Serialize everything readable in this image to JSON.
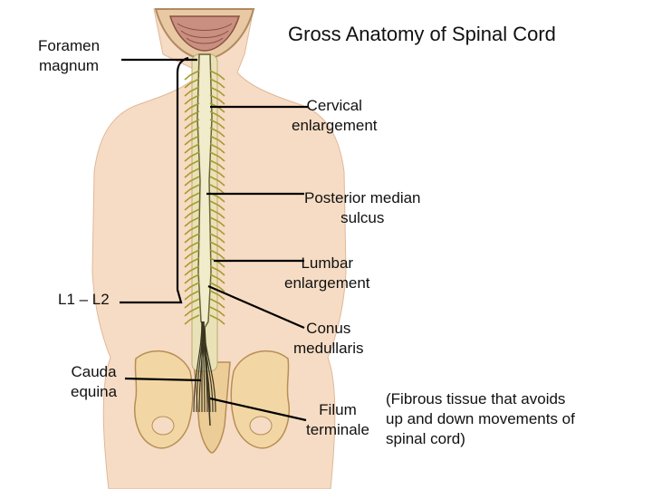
{
  "title": "Gross Anatomy of Spinal Cord",
  "labels": {
    "foramen_magnum": [
      "Foramen",
      "magnum"
    ],
    "cervical_enlargement": [
      "Cervical",
      "enlargement"
    ],
    "posterior_median_sulcus": [
      "Posterior median",
      "sulcus"
    ],
    "lumbar_enlargement": [
      "Lumbar",
      "enlargement"
    ],
    "l1_l2": "L1 – L2",
    "conus_medullaris": [
      "Conus",
      "medullaris"
    ],
    "cauda_equina": [
      "Cauda",
      "equina"
    ],
    "filum_terminale": [
      "Filum",
      "terminale"
    ],
    "filum_note": [
      "(Fibrous tissue that avoids",
      "up and down movements of",
      "spinal cord)"
    ]
  }
}
